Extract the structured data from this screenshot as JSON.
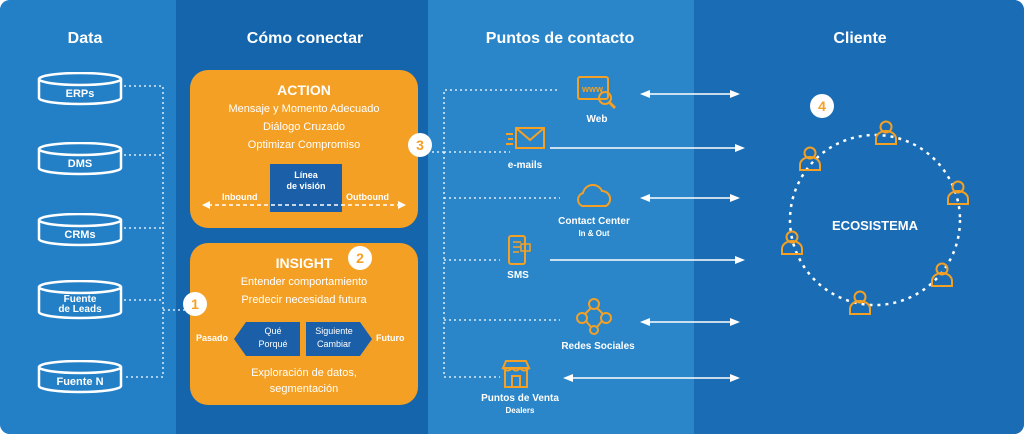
{
  "columns": {
    "data": "Data",
    "como": "Cómo conectar",
    "puntos": "Puntos de contacto",
    "cliente": "Cliente"
  },
  "databases": [
    {
      "label": "ERPs"
    },
    {
      "label": "DMS"
    },
    {
      "label": "CRMs"
    },
    {
      "label": "Fuente\nde Leads"
    },
    {
      "label": "Fuente N"
    }
  ],
  "action": {
    "title": "ACTION",
    "lines": [
      "Mensaje y Momento Adecuado",
      "Diálogo Cruzado",
      "Optimizar Compromiso"
    ],
    "center_box": "Línea\nde visión",
    "left": "Inbound",
    "right": "Outbound"
  },
  "insight": {
    "title": "INSIGHT",
    "lines": [
      "Entender comportamiento",
      "Predecir necesidad futura"
    ],
    "left": "Pasado",
    "right": "Futuro",
    "arrow_left": "Qué\nPorqué",
    "arrow_right": "Siguiente\nCambiar",
    "bottom": "Exploración de datos,\nsegmentación"
  },
  "badges": {
    "one": "1",
    "two": "2",
    "three": "3",
    "four": "4"
  },
  "touchpoints": [
    {
      "label": "Web",
      "icon": "web-search-icon"
    },
    {
      "label": "e-mails",
      "icon": "email-icon"
    },
    {
      "label": "Contact Center",
      "sub": "In & Out",
      "icon": "cloud-icon"
    },
    {
      "label": "SMS",
      "icon": "phone-sms-icon"
    },
    {
      "label": "Redes Sociales",
      "icon": "social-network-icon"
    },
    {
      "label": "Puntos de Venta",
      "sub": "Dealers",
      "icon": "store-icon"
    }
  ],
  "ecosystem": {
    "label": "ECOSISTEMA",
    "people_icon": "person-icon"
  },
  "colors": {
    "orange": "#f4a024",
    "blue_dark": "#1565ad",
    "blue_mid": "#2480c6",
    "blue_light": "#2a86c9",
    "white": "#ffffff"
  }
}
